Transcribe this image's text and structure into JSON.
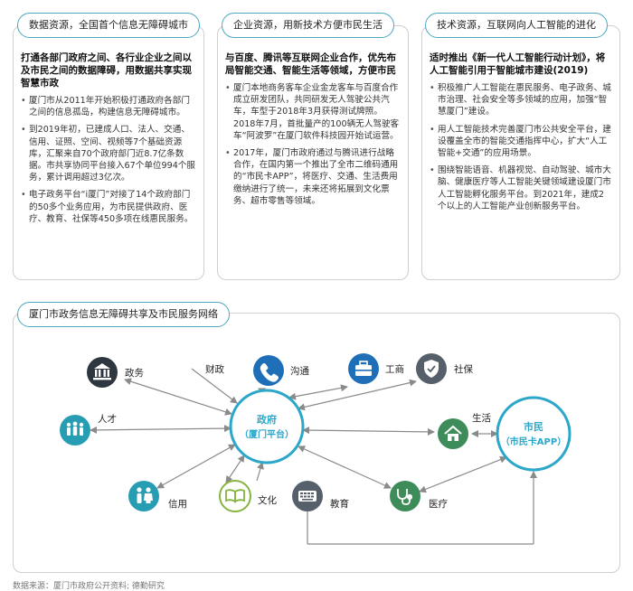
{
  "cards": [
    {
      "pill": "数据资源，全国首个信息无障碍城市",
      "heading": "打通各部门政府之间、各行业企业之间以及市民之间的数据障碍，用数据共享实现智慧市政",
      "bullets": [
        "厦门市从2011年开始积极打通政府各部门之间的信息孤岛，构建信息无障碍城市。",
        "到2019年初，已建成人口、法人、交通、信用、证照、空间、视频等7个基础资源库，汇聚来自70个政府部门近8.7亿条数据。市共享协同平台接入67个单位994个服务，累计调用超过3亿次。",
        "电子政务平台“i厦门”对接了14个政府部门的50多个业务应用，为市民提供政府、医疗、教育、社保等450多项在线惠民服务。"
      ]
    },
    {
      "pill": "企业资源，用新技术方便市民生活",
      "heading": "与百度、腾讯等互联网企业合作，优先布局智能交通、智能生活等领域，方便市民",
      "bullets": [
        "厦门本地商务客车企业金龙客车与百度合作成立研发团队，共同研发无人驾驶公共汽车，车型于2018年3月获得测试牌照。2018年7月，首批量产的100辆无人驾驶客车“阿波罗”在厦门软件科技园开始试运营。",
        "2017年，厦门市政府通过与腾讯进行战略合作，在国内第一个推出了全市二维码通用的“市民卡APP”，将医疗、交通、生活费用缴纳进行了统一，未来还将拓展到文化票务、超市零售等领域。"
      ]
    },
    {
      "pill": "技术资源，互联网向人工智能的进化",
      "heading": "适时推出《新一代人工智能行动计划》，将人工智能引用于智能城市建设(2019)",
      "bullets": [
        "积极推广人工智能在惠民服务、电子政务、城市治理、社会安全等多领域的应用，加强“智慧厦门”建设。",
        "用人工智能技术完善厦门市公共安全平台，建设覆盖全市的智能交通指挥中心，扩大“人工智能+交通”的应用场景。",
        "围绕智能语音、机器视觉、自动驾驶、城市大脑、健康医疗等人工智能关键领域建设厦门市人工智能孵化服务平台。到2021年，建成2个以上的人工智能产业创新服务平台。"
      ]
    }
  ],
  "network": {
    "title": "厦门市政务信息无障碍共享及市民服务网络",
    "hub_gov": [
      "政府",
      "（厦门平台）"
    ],
    "hub_citizen": [
      "市民",
      "（市民卡APP）"
    ],
    "nodes": [
      {
        "id": "gov-affairs",
        "label": "政务",
        "icon": "bank-icon"
      },
      {
        "id": "finance",
        "label": "财政",
        "icon": ""
      },
      {
        "id": "communication",
        "label": "沟通",
        "icon": "phone-icon"
      },
      {
        "id": "business",
        "label": "工商",
        "icon": "briefcase-icon"
      },
      {
        "id": "social-security",
        "label": "社保",
        "icon": "shield-check-icon"
      },
      {
        "id": "talent",
        "label": "人才",
        "icon": "people-icon"
      },
      {
        "id": "life",
        "label": "生活",
        "icon": "home-icon"
      },
      {
        "id": "credit",
        "label": "信用",
        "icon": "person-pair-icon"
      },
      {
        "id": "culture",
        "label": "文化",
        "icon": "book-icon"
      },
      {
        "id": "education",
        "label": "教育",
        "icon": "keyboard-icon"
      },
      {
        "id": "medical",
        "label": "医疗",
        "icon": "stethoscope-icon"
      }
    ],
    "colors": {
      "hub": "#2ca7c9",
      "hub_fill": "#ffffff",
      "dark_icon": "#2e3640",
      "blue_icon": "#1e6fb8",
      "green_icon": "#3d8c5a",
      "teal_icon": "#279db4",
      "olive_icon": "#86b440",
      "gray_icon": "#55606b",
      "arrow": "#8a8a8a"
    }
  },
  "source": "数据来源：厦门市政府公开资料; 德勤研究"
}
